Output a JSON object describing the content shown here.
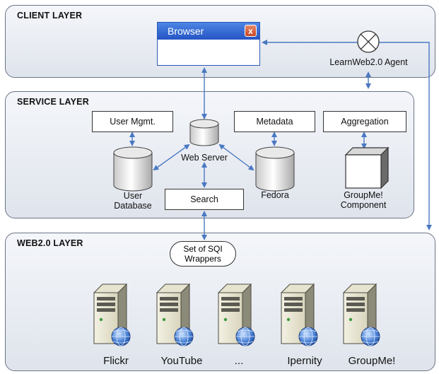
{
  "layers": {
    "client": "CLIENT LAYER",
    "service": "SERVICE LAYER",
    "web20": "WEB2.0 LAYER"
  },
  "client": {
    "browser_title": "Browser",
    "browser_close": "x",
    "agent_label": "LearnWeb2.0 Agent"
  },
  "service": {
    "user_mgmt": "User Mgmt.",
    "metadata": "Metadata",
    "aggregation": "Aggregation",
    "web_server": "Web Server",
    "user_database_line1": "User",
    "user_database_line2": "Database",
    "fedora": "Fedora",
    "search": "Search",
    "groupme_component_line1": "GroupMe!",
    "groupme_component_line2": "Component"
  },
  "web20": {
    "wrappers_line1": "Set of SQI",
    "wrappers_line2": "Wrappers",
    "servers": [
      "Flickr",
      "YouTube",
      "...",
      "Ipernity",
      "GroupMe!"
    ]
  },
  "colors": {
    "arrow": "#4a78c2",
    "browser_bar": "#2f63cf"
  }
}
